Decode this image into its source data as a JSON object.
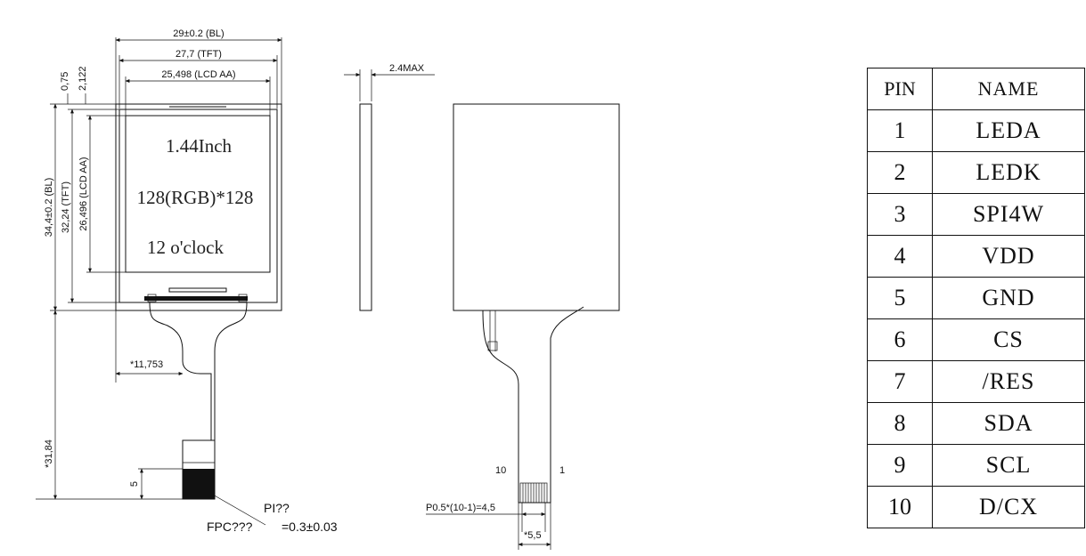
{
  "front_view": {
    "dim_bl_width": "29±0.2 (BL)",
    "dim_tft_width": "27,7 (TFT)",
    "dim_aa_width": "25,498 (LCD AA)",
    "dim_top_a": "0,75",
    "dim_top_b": "2,122",
    "dim_bl_height": "34,4±0.2 (BL)",
    "dim_tft_height": "32,24 (TFT)",
    "dim_aa_height": "26,496 (LCD AA)",
    "screen_line_1": "1.44Inch",
    "screen_line_2": "128(RGB)*128",
    "screen_line_3": "12 o'clock",
    "dim_fpc_offset": "*11,753",
    "dim_fpc_length": "*31,84",
    "dim_stiffener": "5",
    "pi_label": "PI??",
    "fpc_label": "FPC???",
    "fpc_thickness": "=0.3±0.03"
  },
  "side_view": {
    "dim_thickness": "2.4MAX"
  },
  "back_view": {
    "pin_last": "10",
    "pin_first": "1",
    "pitch_label": "P0.5*(10-1)=4,5",
    "connector_width": "*5,5"
  },
  "pin_table": {
    "header_pin": "PIN",
    "header_name": "NAME",
    "rows": [
      {
        "pin": "1",
        "name": "LEDA"
      },
      {
        "pin": "2",
        "name": "LEDK"
      },
      {
        "pin": "3",
        "name": "SPI4W"
      },
      {
        "pin": "4",
        "name": "VDD"
      },
      {
        "pin": "5",
        "name": "GND"
      },
      {
        "pin": "6",
        "name": "CS"
      },
      {
        "pin": "7",
        "name": "/RES"
      },
      {
        "pin": "8",
        "name": "SDA"
      },
      {
        "pin": "9",
        "name": "SCL"
      },
      {
        "pin": "10",
        "name": "D/CX"
      }
    ]
  }
}
